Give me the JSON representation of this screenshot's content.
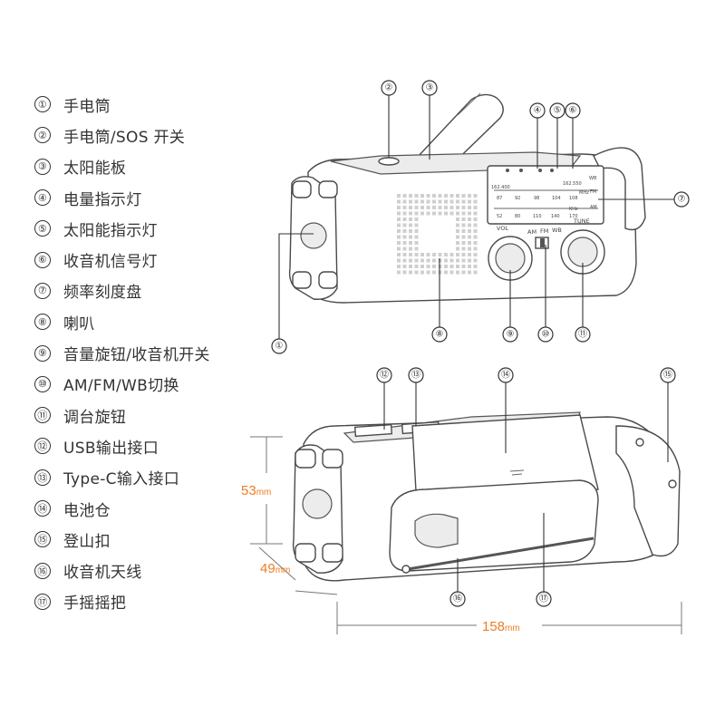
{
  "legend": [
    {
      "num": "①",
      "label": "手电筒"
    },
    {
      "num": "②",
      "label": "手电筒/SOS 开关"
    },
    {
      "num": "③",
      "label": "太阳能板"
    },
    {
      "num": "④",
      "label": "电量指示灯"
    },
    {
      "num": "⑤",
      "label": "太阳能指示灯"
    },
    {
      "num": "⑥",
      "label": "收音机信号灯"
    },
    {
      "num": "⑦",
      "label": "频率刻度盘"
    },
    {
      "num": "⑧",
      "label": "喇叭"
    },
    {
      "num": "⑨",
      "label": "音量旋钮/收音机开关"
    },
    {
      "num": "⑩",
      "label": "AM/FM/WB切换"
    },
    {
      "num": "⑪",
      "label": "调台旋钮"
    },
    {
      "num": "⑫",
      "label": "USB输出接口"
    },
    {
      "num": "⑬",
      "label": "Type-C输入接口"
    },
    {
      "num": "⑭",
      "label": "电池仓"
    },
    {
      "num": "⑮",
      "label": "登山扣"
    },
    {
      "num": "⑯",
      "label": "收音机天线"
    },
    {
      "num": "⑰",
      "label": "手摇摇把"
    }
  ],
  "dimensions": {
    "height": {
      "value": "53",
      "unit": "mm"
    },
    "depth": {
      "value": "49",
      "unit": "mm"
    },
    "length": {
      "value": "158",
      "unit": "mm"
    }
  },
  "radio_dial": {
    "wb_low": "162.400",
    "wb_high": "162.550",
    "wb_label": "WB",
    "fm_label": "FM",
    "am_label": "AM",
    "mhz": "MHz",
    "khz": "KHz",
    "fm_ticks": [
      "87",
      "92",
      "98",
      "104",
      "108"
    ],
    "am_ticks": [
      "52",
      "80",
      "110",
      "140",
      "170"
    ]
  },
  "controls": {
    "vol_label": "VOL",
    "tune_label": "TUNE",
    "band_labels": [
      "AM",
      "FM",
      "WB"
    ]
  },
  "colors": {
    "dimension_text": "#ef7d22",
    "line_art": "#4a4a4a"
  }
}
